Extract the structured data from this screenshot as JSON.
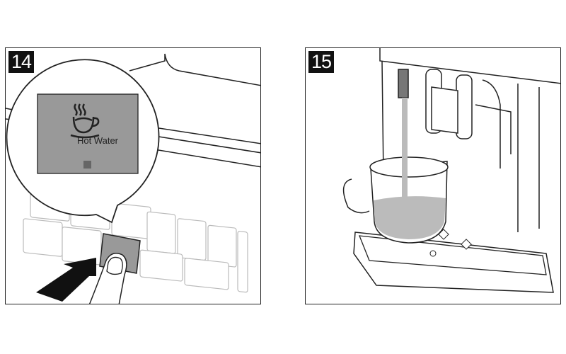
{
  "steps": [
    {
      "number": "14",
      "button_label": "Hot Water",
      "icon": "hot-cup-icon"
    },
    {
      "number": "15"
    }
  ],
  "colors": {
    "display": "#999999",
    "water": "#bdbdbd",
    "line": "#222222"
  }
}
